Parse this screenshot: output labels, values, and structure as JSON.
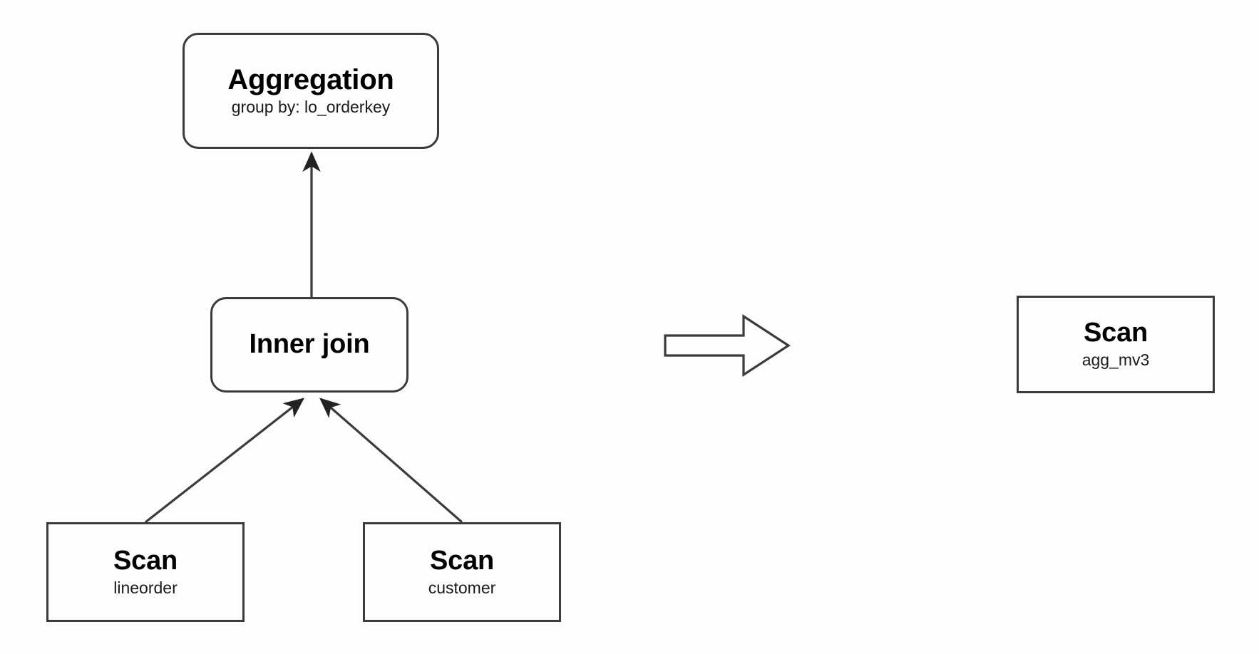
{
  "diagram": {
    "kind": "query-plan-rewrite",
    "colors": {
      "background": "#fdfdfd",
      "node_border": "#3b3b3b",
      "node_fill": "#fdfdfd",
      "edge": "#3b3b3b",
      "text": "#000000"
    },
    "left_plan": {
      "nodes": {
        "aggregation": {
          "title": "Aggregation",
          "subtitle": "group by: lo_orderkey",
          "shape": "rounded-rect"
        },
        "inner_join": {
          "title": "Inner join",
          "subtitle": "",
          "shape": "rounded-rect"
        },
        "scan_lineorder": {
          "title": "Scan",
          "subtitle": "lineorder",
          "shape": "rect"
        },
        "scan_customer": {
          "title": "Scan",
          "subtitle": "customer",
          "shape": "rect"
        }
      },
      "edges": [
        {
          "from": "inner_join",
          "to": "aggregation",
          "arrowhead": "filled-triangle"
        },
        {
          "from": "scan_lineorder",
          "to": "inner_join",
          "arrowhead": "filled-triangle"
        },
        {
          "from": "scan_customer",
          "to": "inner_join",
          "arrowhead": "filled-triangle"
        }
      ]
    },
    "transform": {
      "icon": "right-block-arrow-icon",
      "label": ""
    },
    "right_plan": {
      "nodes": {
        "scan_agg_mv3": {
          "title": "Scan",
          "subtitle": "agg_mv3",
          "shape": "rect"
        }
      }
    }
  }
}
